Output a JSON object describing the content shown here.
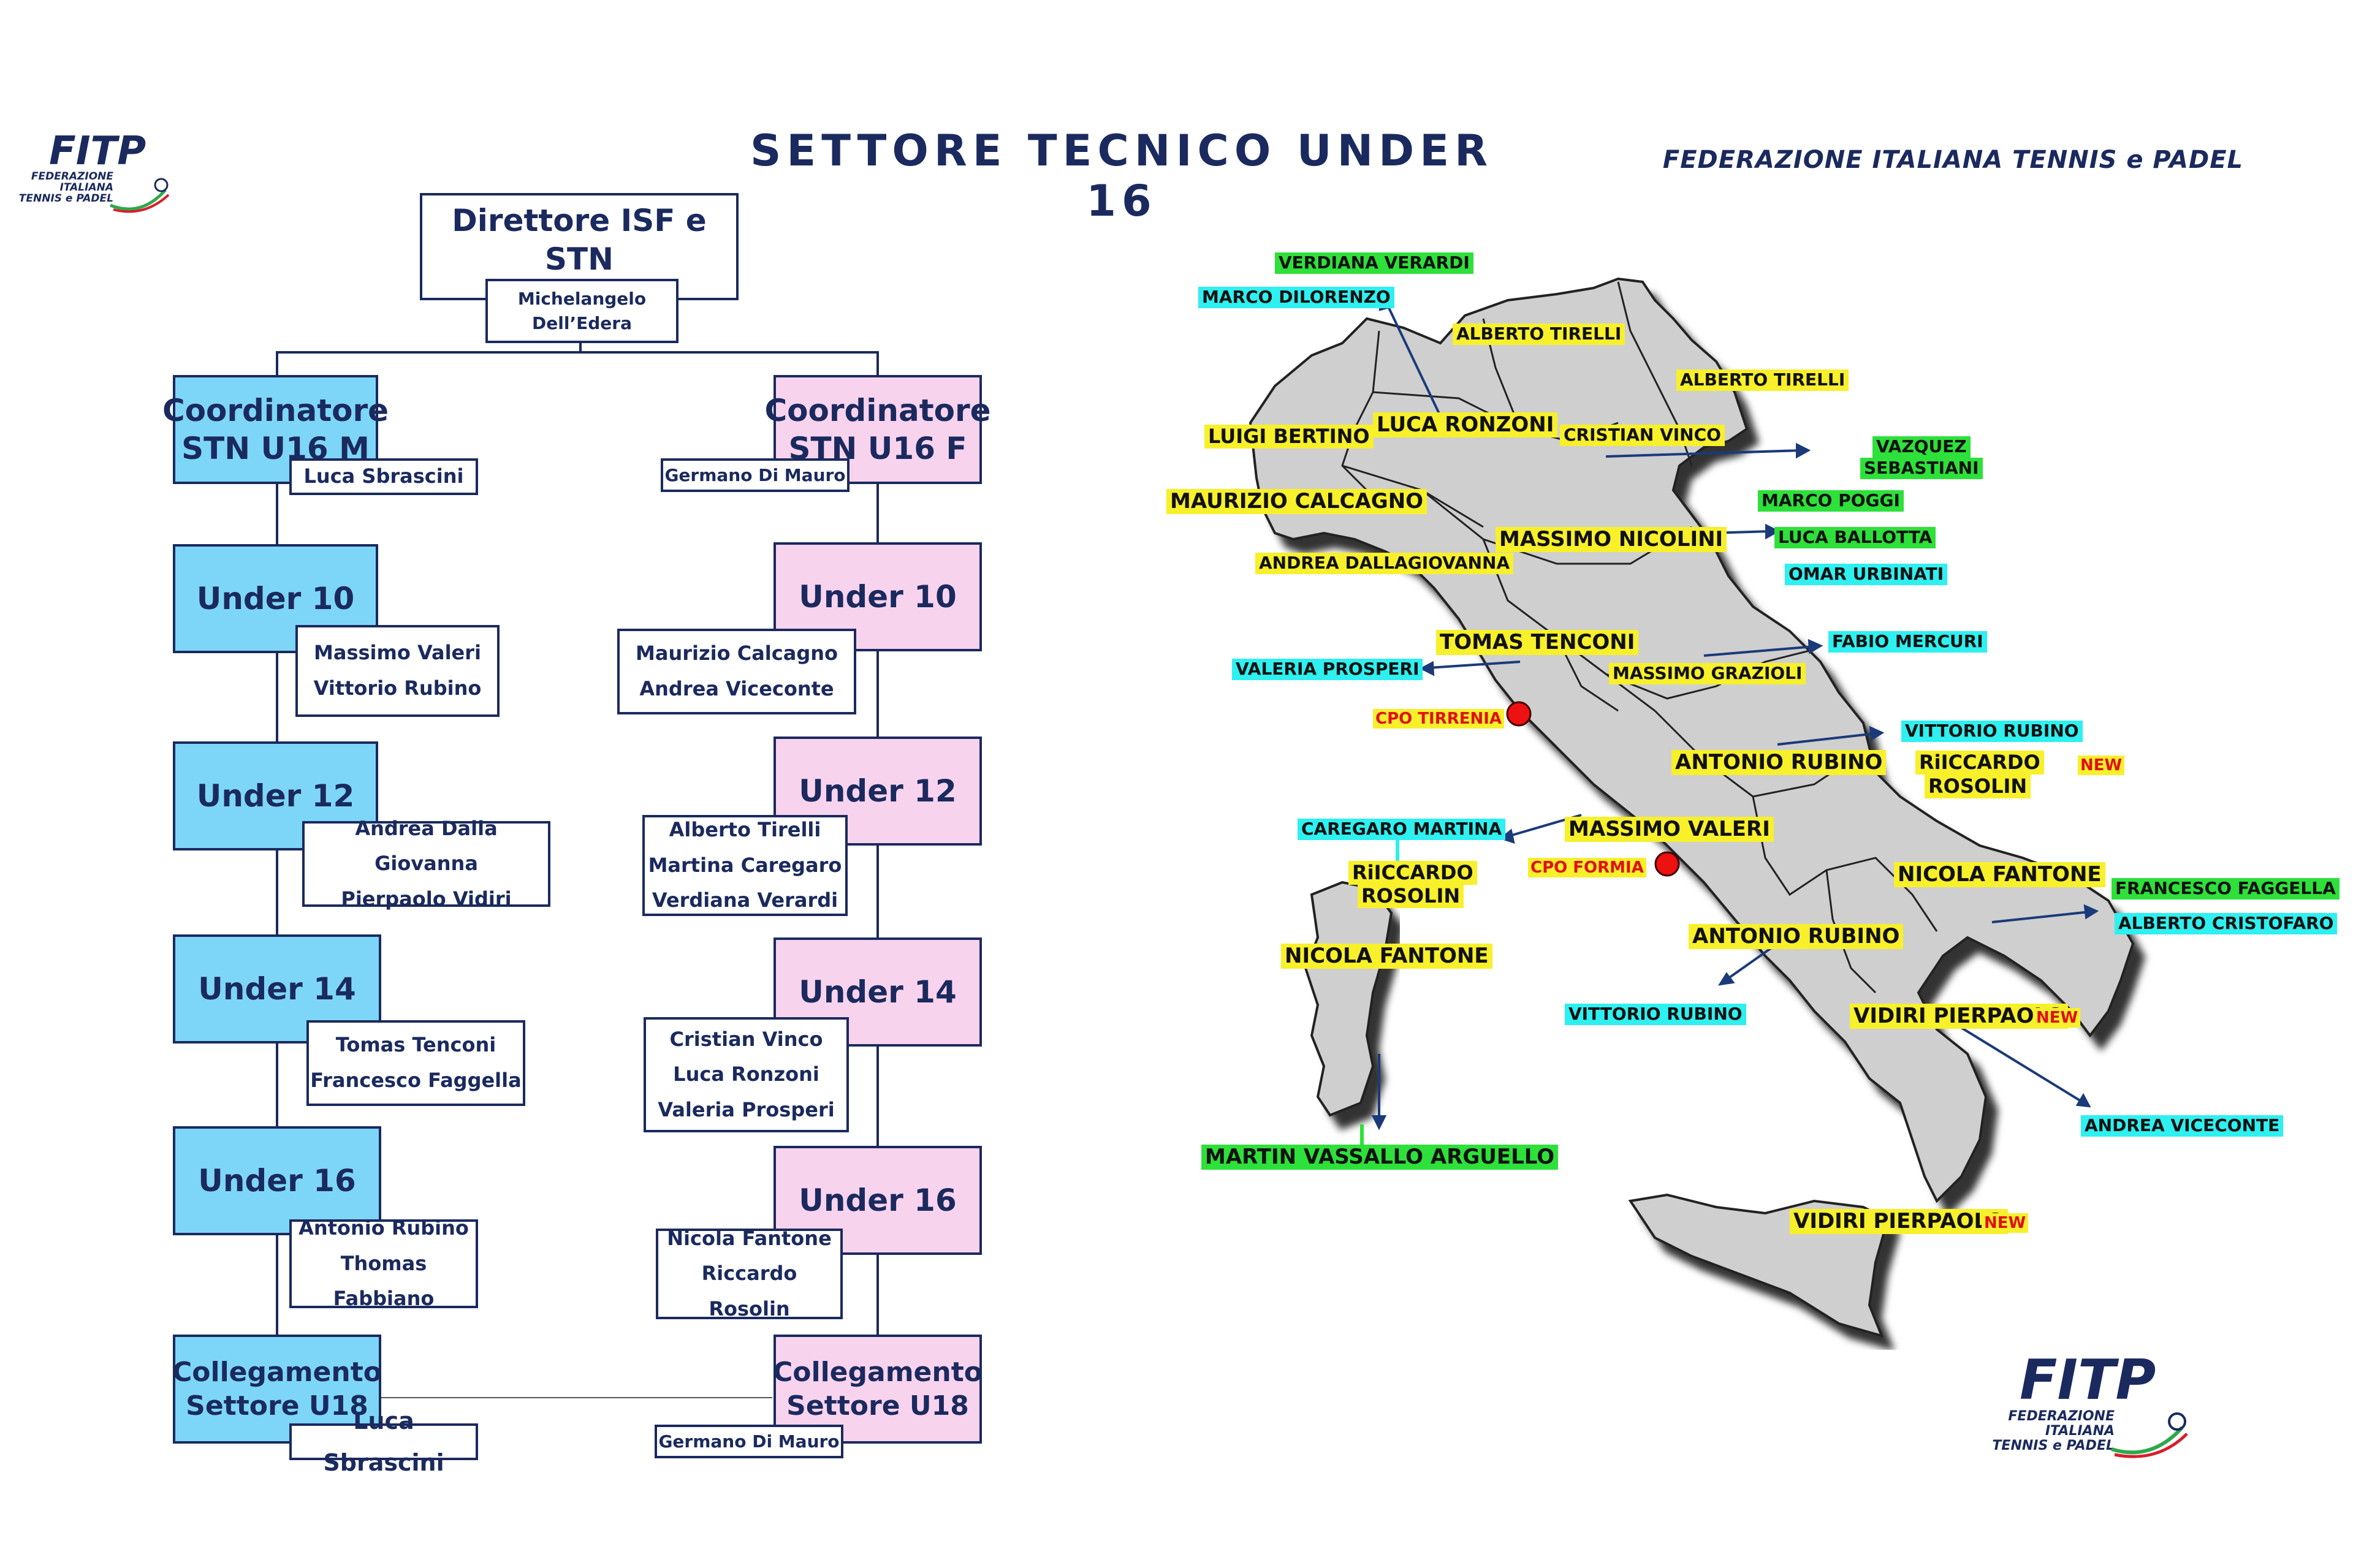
{
  "title": "SETTORE TECNICO UNDER 16",
  "federation": "FEDERAZIONE ITALIANA TENNIS e PADEL",
  "logo": {
    "mark": "FITP",
    "line1": "FEDERAZIONE",
    "line2": "ITALIANA",
    "line3": "TENNIS e PADEL"
  },
  "colors": {
    "navy": "#1b2a5e",
    "male_box": "#7dd6f7",
    "female_box": "#f8d3ee",
    "yellow_label": "#f7f02a",
    "cyan_label": "#2ef0f0",
    "green_label": "#2ee03a",
    "new_red": "#e01010"
  },
  "org": {
    "director": {
      "title_line1": "Direttore ISF e STN",
      "title_line2": "U16",
      "name_line1": "Michelangelo",
      "name_line2": "Dell’Edera"
    },
    "male": {
      "coordinator_line1": "Coordinatore",
      "coordinator_line2": "STN U16 M",
      "coordinator_name": "Luca Sbrascini",
      "u10": {
        "label": "Under 10",
        "names": [
          "Massimo Valeri",
          "Vittorio Rubino"
        ]
      },
      "u12": {
        "label": "Under 12",
        "names": [
          "Andrea Dalla Giovanna",
          "Pierpaolo Vidiri"
        ]
      },
      "u14": {
        "label": "Under 14",
        "names": [
          "Tomas Tenconi",
          "Francesco Faggella"
        ]
      },
      "u16": {
        "label": "Under 16",
        "names": [
          "Antonio Rubino",
          "Thomas Fabbiano"
        ]
      },
      "link_line1": "Collegamento",
      "link_line2": "Settore U18",
      "link_name": "Luca Sbrascini"
    },
    "female": {
      "coordinator_line1": "Coordinatore",
      "coordinator_line2": "STN U16 F",
      "coordinator_name": "Germano Di Mauro",
      "u10": {
        "label": "Under 10",
        "names": [
          "Maurizio Calcagno",
          "Andrea Viceconte"
        ]
      },
      "u12": {
        "label": "Under 12",
        "names": [
          "Alberto Tirelli",
          "Martina Caregaro",
          "Verdiana Verardi"
        ]
      },
      "u14": {
        "label": "Under 14",
        "names": [
          "Cristian Vinco",
          "Luca Ronzoni",
          "Valeria Prosperi"
        ]
      },
      "u16": {
        "label": "Under 16",
        "names": [
          "Nicola Fantone",
          "Riccardo Rosolin"
        ]
      },
      "link_line1": "Collegamento",
      "link_line2": "Settore U18",
      "link_name": "Germano Di Mauro"
    }
  },
  "map": {
    "labels": {
      "verdiana_verardi": "VERDIANA VERARDI",
      "marco_dilorenzo": "MARCO DILORENZO",
      "alberto_tirelli_1": "ALBERTO TIRELLI",
      "alberto_tirelli_2": "ALBERTO TIRELLI",
      "luigi_bertino": "LUIGI BERTINO",
      "luca_ronzoni": "LUCA RONZONI",
      "cristian_vinco": "CRISTIAN VINCO",
      "vazquez_1": "VAZQUEZ",
      "vazquez_2": "SEBASTIANI",
      "maurizio_calcagno": "MAURIZIO CALCAGNO",
      "marco_poggi": "MARCO POGGI",
      "massimo_nicolini": "MASSIMO NICOLINI",
      "luca_ballotta": "LUCA BALLOTTA",
      "andrea_dallagiovanna": "ANDREA DALLAGIOVANNA",
      "omar_urbinati": "OMAR URBINATI",
      "tomas_tenconi": "TOMAS TENCONI",
      "fabio_mercuri": "FABIO MERCURI",
      "valeria_prosperi": "VALERIA PROSPERI",
      "massimo_grazioli": "MASSIMO GRAZIOLI",
      "cpo_tirrenia": "CPO TIRRENIA",
      "vittorio_rubino_1": "VITTORIO RUBINO",
      "antonio_rubino_1": "ANTONIO RUBINO",
      "riccardo_a1": "RiICCARDO",
      "riccardo_a2": "ROSOLIN",
      "new_1": "NEW",
      "caregaro_martina": "CAREGARO MARTINA",
      "massimo_valeri": "MASSIMO VALERI",
      "riccardo_b1": "RiICCARDO",
      "riccardo_b2": "ROSOLIN",
      "cpo_formia": "CPO FORMIA",
      "nicola_fantone_1": "NICOLA FANTONE",
      "francesco_faggella": "FRANCESCO FAGGELLA",
      "alberto_cristofaro": "ALBERTO CRISTOFARO",
      "nicola_fantone_2": "NICOLA FANTONE",
      "antonio_rubino_2": "ANTONIO RUBINO",
      "vittorio_rubino_2": "VITTORIO RUBINO",
      "vidiri_1": "VIDIRI PIERPAOLO",
      "new_2": "NEW",
      "andrea_viceconte": "ANDREA VICECONTE",
      "martin_vassallo": "MARTIN VASSALLO ARGUELLO",
      "vidiri_2": "VIDIRI PIERPAOLO",
      "new_3": "NEW"
    }
  }
}
